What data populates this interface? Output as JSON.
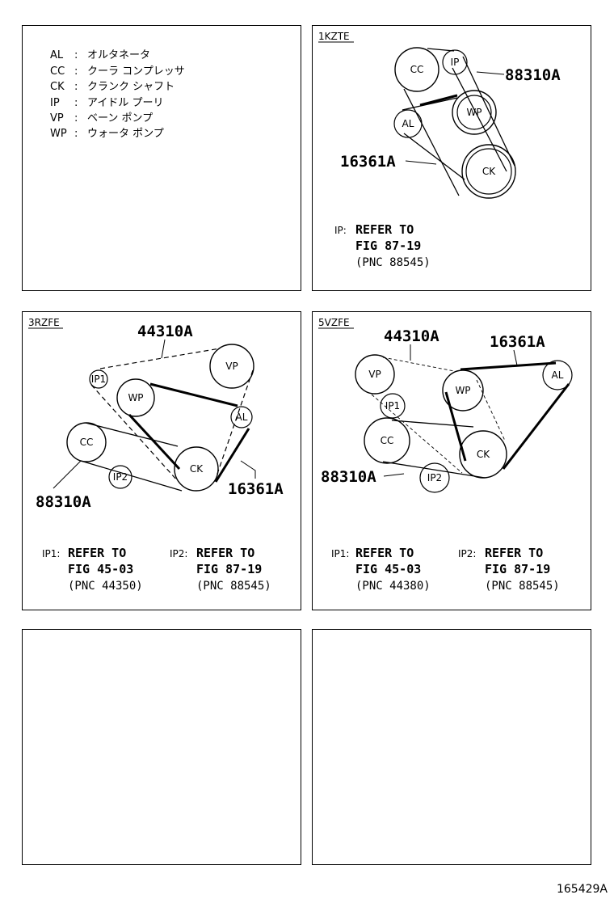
{
  "legend": {
    "rows": [
      {
        "code": "AL",
        "name": "オルタネータ"
      },
      {
        "code": "CC",
        "name": "クーラ コンプレッサ"
      },
      {
        "code": "CK",
        "name": "クランク シャフト"
      },
      {
        "code": "IP",
        "name": "アイドル プーリ"
      },
      {
        "code": "VP",
        "name": "ベーン ポンプ"
      },
      {
        "code": "WP",
        "name": "ウォータ ポンプ"
      }
    ]
  },
  "panel_1kzte": {
    "engine": "1KZTE",
    "pulleys": {
      "cc": "CC",
      "ip": "IP",
      "wp": "WP",
      "al": "AL",
      "ck": "CK"
    },
    "parts": {
      "belt_upper": "88310A",
      "belt_lower": "16361A"
    },
    "note": {
      "prefix": "IP:",
      "line1": "REFER TO",
      "line2": "FIG 87-19",
      "line3": "(PNC 88545)"
    }
  },
  "panel_3rzfe": {
    "engine": "3RZFE",
    "pulleys": {
      "ip1": "IP1",
      "vp": "VP",
      "wp": "WP",
      "al": "AL",
      "cc": "CC",
      "ip2": "IP2",
      "ck": "CK"
    },
    "parts": {
      "belt_vp": "44310A",
      "belt_cc": "88310A",
      "belt_al": "16361A"
    },
    "note1": {
      "prefix": "IP1:",
      "line1": "REFER TO",
      "line2": "FIG 45-03",
      "line3": "(PNC 44350)"
    },
    "note2": {
      "prefix": "IP2:",
      "line1": "REFER TO",
      "line2": "FIG 87-19",
      "line3": "(PNC 88545)"
    }
  },
  "panel_5vzfe": {
    "engine": "5VZFE",
    "pulleys": {
      "vp": "VP",
      "wp": "WP",
      "al": "AL",
      "ip1": "IP1",
      "cc": "CC",
      "ck": "CK",
      "ip2": "IP2"
    },
    "parts": {
      "belt_vp": "44310A",
      "belt_al": "16361A",
      "belt_cc": "88310A"
    },
    "note1": {
      "prefix": "IP1:",
      "line1": "REFER TO",
      "line2": "FIG 45-03",
      "line3": "(PNC 44380)"
    },
    "note2": {
      "prefix": "IP2:",
      "line1": "REFER TO",
      "line2": "FIG 87-19",
      "line3": "(PNC 88545)"
    }
  },
  "figure_id": "165429A"
}
